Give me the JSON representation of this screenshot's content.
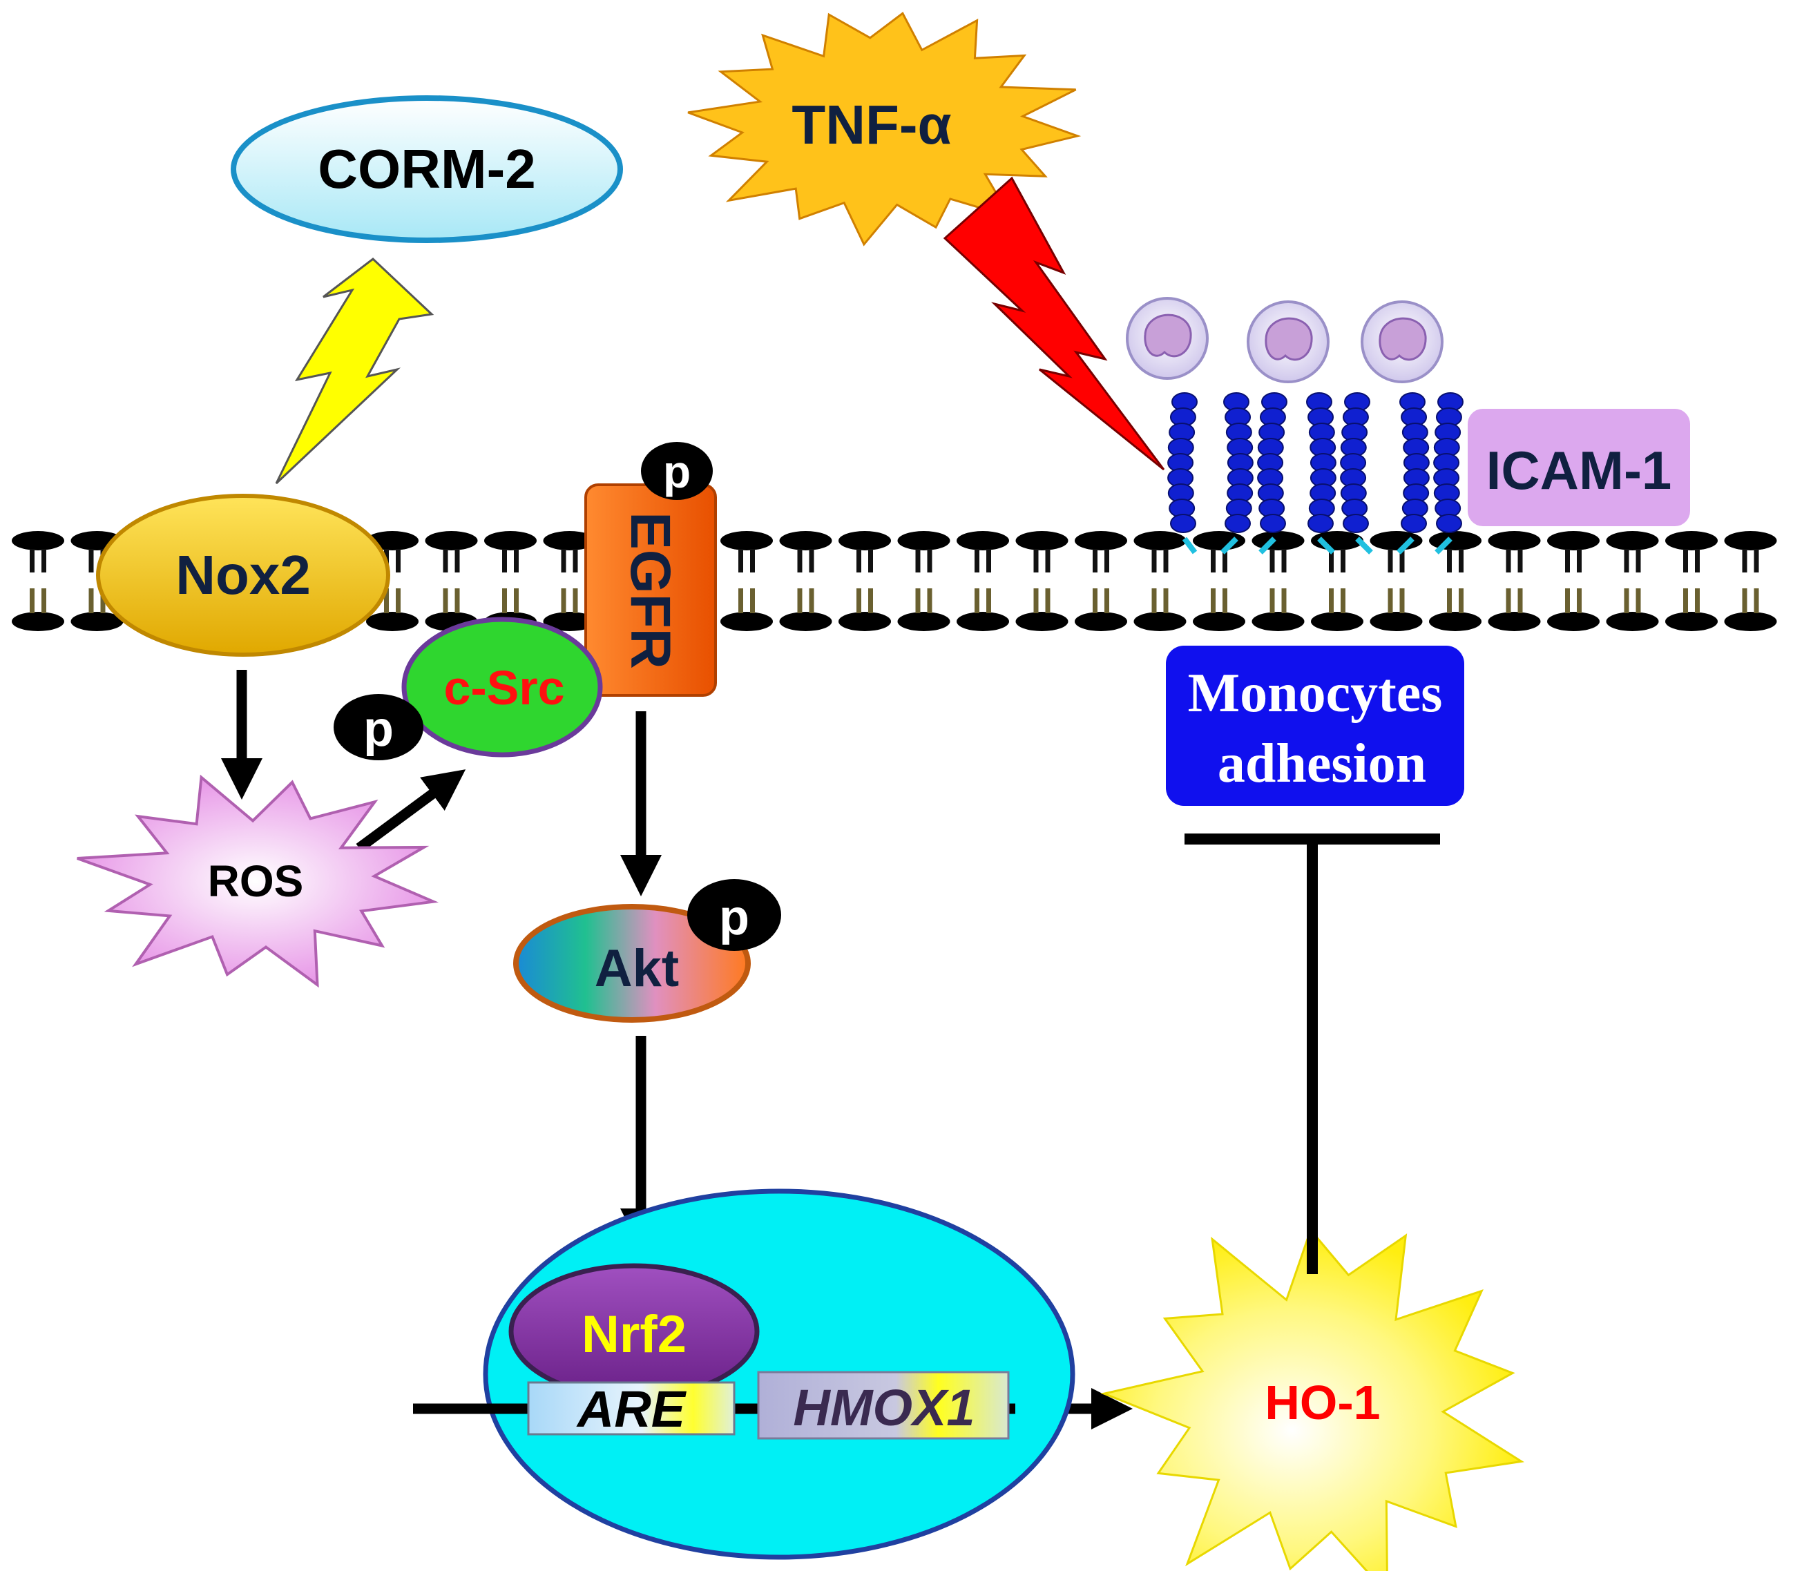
{
  "labels": {
    "corm2": "CORM-2",
    "tnf": "TNF-α",
    "nox2": "Nox2",
    "egfr": "EGFR",
    "csrc": "c-Src",
    "ros": "ROS",
    "akt": "Akt",
    "nrf2": "Nrf2",
    "are": "ARE",
    "hmox1": "HMOX1",
    "ho1": "HO-1",
    "icam1": "ICAM-1",
    "monocytes_line1": "Monocytes",
    "monocytes_line2": "adhesion",
    "phospho": "p"
  },
  "colors": {
    "corm2_fill": "#c9f3fb",
    "tnf_fill": "#ffc21a",
    "nox2_fill": "#ffd000",
    "egfr_fill": "#ff6a10",
    "csrc_fill": "#2fd62f",
    "csrc_text": "#ff1010",
    "ros_fill": "#f3b8f0",
    "nucleus_fill": "#00f0f5",
    "nrf2_fill": "#8a3aa8",
    "nrf2_text": "#ffff00",
    "ho1_fill": "#fff23a",
    "ho1_text": "#ff0000",
    "icam_box": "#dca8ee",
    "monocyte_box": "#1010ee",
    "bolt_red": "#ff0000",
    "bolt_yellow": "#ffff00",
    "icam_bead": "#1020d0",
    "label_dark": "#102040"
  }
}
